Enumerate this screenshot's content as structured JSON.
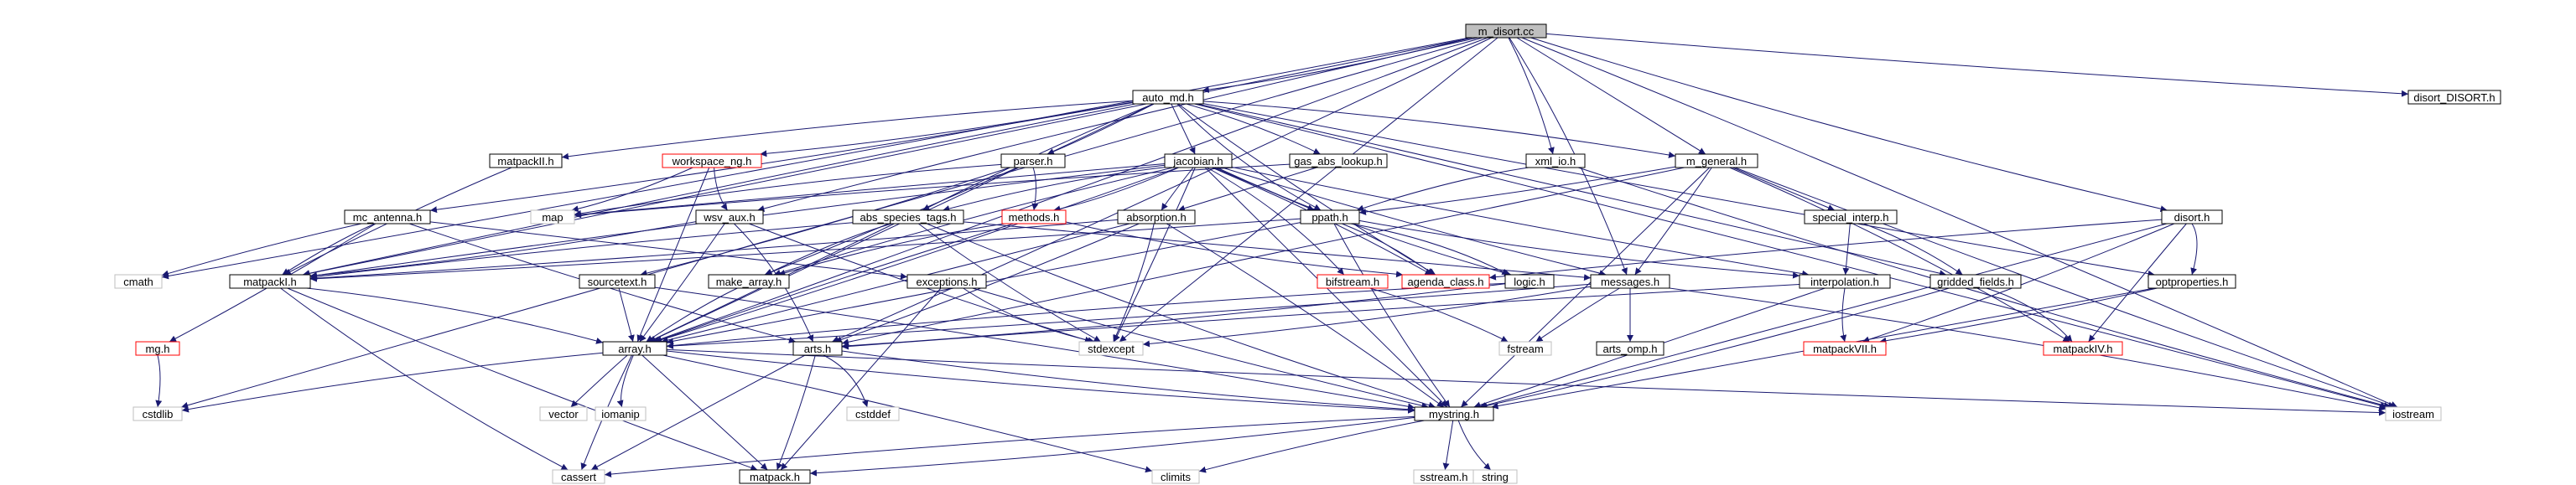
{
  "colors": {
    "edge": "#191970",
    "root_fill": "#bfbfbf",
    "doc_border": "#000000",
    "missing_border": "#ff0000",
    "system_border": "#bfbfbf",
    "fill": "#ffffff"
  },
  "nodes": [
    {
      "id": "m_disort",
      "label": "m_disort.cc",
      "kind": "root"
    },
    {
      "id": "auto_md",
      "label": "auto_md.h",
      "kind": "doc"
    },
    {
      "id": "disort_DISORT",
      "label": "disort_DISORT.h",
      "kind": "doc"
    },
    {
      "id": "matpackII",
      "label": "matpackII.h",
      "kind": "doc"
    },
    {
      "id": "workspace_ng",
      "label": "workspace_ng.h",
      "kind": "missing"
    },
    {
      "id": "parser",
      "label": "parser.h",
      "kind": "doc"
    },
    {
      "id": "jacobian",
      "label": "jacobian.h",
      "kind": "doc"
    },
    {
      "id": "gas_abs_lookup",
      "label": "gas_abs_lookup.h",
      "kind": "doc"
    },
    {
      "id": "xml_io",
      "label": "xml_io.h",
      "kind": "doc"
    },
    {
      "id": "m_general",
      "label": "m_general.h",
      "kind": "doc"
    },
    {
      "id": "map",
      "label": "map",
      "kind": "system"
    },
    {
      "id": "mc_antenna",
      "label": "mc_antenna.h",
      "kind": "doc"
    },
    {
      "id": "wsv_aux",
      "label": "wsv_aux.h",
      "kind": "doc"
    },
    {
      "id": "abs_species_tags",
      "label": "abs_species_tags.h",
      "kind": "doc"
    },
    {
      "id": "methods",
      "label": "methods.h",
      "kind": "missing"
    },
    {
      "id": "absorption",
      "label": "absorption.h",
      "kind": "doc"
    },
    {
      "id": "ppath",
      "label": "ppath.h",
      "kind": "doc"
    },
    {
      "id": "special_interp",
      "label": "special_interp.h",
      "kind": "doc"
    },
    {
      "id": "disort",
      "label": "disort.h",
      "kind": "doc"
    },
    {
      "id": "cmath",
      "label": "cmath",
      "kind": "system"
    },
    {
      "id": "matpackI",
      "label": "matpackI.h",
      "kind": "doc"
    },
    {
      "id": "sourcetext",
      "label": "sourcetext.h",
      "kind": "doc"
    },
    {
      "id": "make_array",
      "label": "make_array.h",
      "kind": "doc"
    },
    {
      "id": "exceptions",
      "label": "exceptions.h",
      "kind": "doc"
    },
    {
      "id": "bifstream",
      "label": "bifstream.h",
      "kind": "missing"
    },
    {
      "id": "agenda_class",
      "label": "agenda_class.h",
      "kind": "missing"
    },
    {
      "id": "logic",
      "label": "logic.h",
      "kind": "doc"
    },
    {
      "id": "messages",
      "label": "messages.h",
      "kind": "doc"
    },
    {
      "id": "interpolation",
      "label": "interpolation.h",
      "kind": "doc"
    },
    {
      "id": "gridded_fields",
      "label": "gridded_fields.h",
      "kind": "doc"
    },
    {
      "id": "optproperties",
      "label": "optproperties.h",
      "kind": "doc"
    },
    {
      "id": "mg",
      "label": "mg.h",
      "kind": "missing"
    },
    {
      "id": "array",
      "label": "array.h",
      "kind": "doc"
    },
    {
      "id": "arts",
      "label": "arts.h",
      "kind": "doc"
    },
    {
      "id": "stdexcept",
      "label": "stdexcept",
      "kind": "system"
    },
    {
      "id": "fstream",
      "label": "fstream",
      "kind": "system"
    },
    {
      "id": "arts_omp",
      "label": "arts_omp.h",
      "kind": "doc"
    },
    {
      "id": "matpackVII",
      "label": "matpackVII.h",
      "kind": "missing"
    },
    {
      "id": "matpackIV",
      "label": "matpackIV.h",
      "kind": "missing"
    },
    {
      "id": "cstdlib",
      "label": "cstdlib",
      "kind": "system"
    },
    {
      "id": "vector",
      "label": "vector",
      "kind": "system"
    },
    {
      "id": "iomanip",
      "label": "iomanip",
      "kind": "system"
    },
    {
      "id": "cstddef",
      "label": "cstddef",
      "kind": "system"
    },
    {
      "id": "mystring",
      "label": "mystring.h",
      "kind": "doc"
    },
    {
      "id": "iostream",
      "label": "iostream",
      "kind": "system"
    },
    {
      "id": "cassert",
      "label": "cassert",
      "kind": "system"
    },
    {
      "id": "matpack",
      "label": "matpack.h",
      "kind": "doc"
    },
    {
      "id": "climits",
      "label": "climits",
      "kind": "system"
    },
    {
      "id": "sstream",
      "label": "sstream.h",
      "kind": "system"
    },
    {
      "id": "string",
      "label": "string",
      "kind": "system"
    }
  ],
  "edges": [
    [
      "m_disort",
      "auto_md"
    ],
    [
      "m_disort",
      "disort_DISORT"
    ],
    [
      "m_disort",
      "m_general"
    ],
    [
      "m_disort",
      "xml_io"
    ],
    [
      "m_disort",
      "messages"
    ],
    [
      "m_disort",
      "disort"
    ],
    [
      "m_disort",
      "cmath"
    ],
    [
      "m_disort",
      "cstdlib"
    ],
    [
      "m_disort",
      "iostream"
    ],
    [
      "m_disort",
      "wsv_aux"
    ],
    [
      "m_disort",
      "arts"
    ],
    [
      "m_disort",
      "array"
    ],
    [
      "m_disort",
      "matpackI"
    ],
    [
      "m_disort",
      "stdexcept"
    ],
    [
      "auto_md",
      "matpackII"
    ],
    [
      "auto_md",
      "workspace_ng"
    ],
    [
      "auto_md",
      "parser"
    ],
    [
      "auto_md",
      "jacobian"
    ],
    [
      "auto_md",
      "gas_abs_lookup"
    ],
    [
      "auto_md",
      "m_general"
    ],
    [
      "auto_md",
      "mc_antenna"
    ],
    [
      "auto_md",
      "optproperties"
    ],
    [
      "auto_md",
      "gridded_fields"
    ],
    [
      "auto_md",
      "matpackI"
    ],
    [
      "auto_md",
      "abs_species_tags"
    ],
    [
      "auto_md",
      "ppath"
    ],
    [
      "auto_md",
      "agenda_class"
    ],
    [
      "auto_md",
      "array"
    ],
    [
      "auto_md",
      "iostream"
    ],
    [
      "matpackII",
      "matpackI"
    ],
    [
      "workspace_ng",
      "map"
    ],
    [
      "workspace_ng",
      "wsv_aux"
    ],
    [
      "workspace_ng",
      "array"
    ],
    [
      "parser",
      "methods"
    ],
    [
      "parser",
      "map"
    ],
    [
      "parser",
      "sourcetext"
    ],
    [
      "parser",
      "make_array"
    ],
    [
      "jacobian",
      "map"
    ],
    [
      "jacobian",
      "matpackI"
    ],
    [
      "jacobian",
      "abs_species_tags"
    ],
    [
      "jacobian",
      "methods"
    ],
    [
      "jacobian",
      "absorption"
    ],
    [
      "jacobian",
      "ppath"
    ],
    [
      "jacobian",
      "agenda_class"
    ],
    [
      "jacobian",
      "bifstream"
    ],
    [
      "jacobian",
      "logic"
    ],
    [
      "jacobian",
      "interpolation"
    ],
    [
      "jacobian",
      "mystring"
    ],
    [
      "jacobian",
      "stdexcept"
    ],
    [
      "jacobian",
      "make_array"
    ],
    [
      "jacobian",
      "array"
    ],
    [
      "jacobian",
      "messages"
    ],
    [
      "gas_abs_lookup",
      "absorption"
    ],
    [
      "gas_abs_lookup",
      "map"
    ],
    [
      "xml_io",
      "ppath"
    ],
    [
      "xml_io",
      "iostream"
    ],
    [
      "m_general",
      "ppath"
    ],
    [
      "m_general",
      "special_interp"
    ],
    [
      "m_general",
      "messages"
    ],
    [
      "m_general",
      "matpackIV"
    ],
    [
      "m_general",
      "mystring"
    ],
    [
      "m_general",
      "iostream"
    ],
    [
      "m_general",
      "arts"
    ],
    [
      "mc_antenna",
      "cmath"
    ],
    [
      "mc_antenna",
      "matpackI"
    ],
    [
      "mc_antenna",
      "mg"
    ],
    [
      "mc_antenna",
      "arts"
    ],
    [
      "mc_antenna",
      "exceptions"
    ],
    [
      "wsv_aux",
      "array"
    ],
    [
      "wsv_aux",
      "arts"
    ],
    [
      "wsv_aux",
      "matpackI"
    ],
    [
      "wsv_aux",
      "stdexcept"
    ],
    [
      "abs_species_tags",
      "array"
    ],
    [
      "abs_species_tags",
      "matpackI"
    ],
    [
      "abs_species_tags",
      "make_array"
    ],
    [
      "abs_species_tags",
      "mystring"
    ],
    [
      "abs_species_tags",
      "stdexcept"
    ],
    [
      "abs_species_tags",
      "messages"
    ],
    [
      "methods",
      "array"
    ],
    [
      "methods",
      "make_array"
    ],
    [
      "methods",
      "agenda_class"
    ],
    [
      "absorption",
      "matpackI"
    ],
    [
      "absorption",
      "array"
    ],
    [
      "absorption",
      "mystring"
    ],
    [
      "absorption",
      "stdexcept"
    ],
    [
      "absorption",
      "arts"
    ],
    [
      "ppath",
      "matpackI"
    ],
    [
      "ppath",
      "array"
    ],
    [
      "ppath",
      "agenda_class"
    ],
    [
      "ppath",
      "logic"
    ],
    [
      "ppath",
      "interpolation"
    ],
    [
      "ppath",
      "mystring"
    ],
    [
      "special_interp",
      "interpolation"
    ],
    [
      "special_interp",
      "gridded_fields"
    ],
    [
      "disort",
      "optproperties"
    ],
    [
      "disort",
      "matpackVII"
    ],
    [
      "disort",
      "matpackIV"
    ],
    [
      "disort",
      "mystring"
    ],
    [
      "disort",
      "agenda_class"
    ],
    [
      "matpackI",
      "array"
    ],
    [
      "matpackI",
      "cassert"
    ],
    [
      "matpackI",
      "matpack"
    ],
    [
      "sourcetext",
      "array"
    ],
    [
      "sourcetext",
      "mystring"
    ],
    [
      "make_array",
      "array"
    ],
    [
      "exceptions",
      "stdexcept"
    ],
    [
      "exceptions",
      "mystring"
    ],
    [
      "exceptions",
      "matpack"
    ],
    [
      "bifstream",
      "fstream"
    ],
    [
      "logic",
      "array"
    ],
    [
      "logic",
      "arts"
    ],
    [
      "messages",
      "array"
    ],
    [
      "messages",
      "arts_omp"
    ],
    [
      "messages",
      "fstream"
    ],
    [
      "messages",
      "iostream"
    ],
    [
      "messages",
      "stdexcept"
    ],
    [
      "interpolation",
      "matpackVII"
    ],
    [
      "interpolation",
      "mystring"
    ],
    [
      "interpolation",
      "arts"
    ],
    [
      "gridded_fields",
      "matpackIV"
    ],
    [
      "gridded_fields",
      "mystring"
    ],
    [
      "optproperties",
      "matpackVII"
    ],
    [
      "optproperties",
      "mystring"
    ],
    [
      "mg",
      "cstdlib"
    ],
    [
      "array",
      "vector"
    ],
    [
      "array",
      "iomanip"
    ],
    [
      "array",
      "cassert"
    ],
    [
      "array",
      "matpack"
    ],
    [
      "array",
      "climits"
    ],
    [
      "array",
      "cstdlib"
    ],
    [
      "array",
      "mystring"
    ],
    [
      "array",
      "iostream"
    ],
    [
      "arts",
      "cassert"
    ],
    [
      "arts",
      "matpack"
    ],
    [
      "arts",
      "cstddef"
    ],
    [
      "arts",
      "mystring"
    ],
    [
      "mystring",
      "string"
    ],
    [
      "mystring",
      "sstream"
    ],
    [
      "mystring",
      "climits"
    ],
    [
      "mystring",
      "cassert"
    ],
    [
      "mystring",
      "matpack"
    ]
  ]
}
